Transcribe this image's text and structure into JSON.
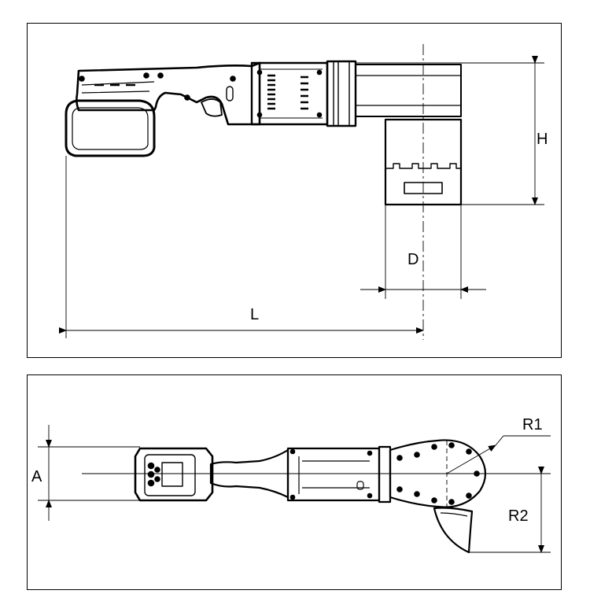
{
  "top_view": {
    "labels": {
      "height": "H",
      "depth": "D",
      "length": "L"
    }
  },
  "bottom_view": {
    "labels": {
      "width": "A",
      "radius_1": "R1",
      "radius_2": "R2"
    }
  },
  "colors": {
    "line": "#000000",
    "background": "#ffffff",
    "panel_border": "#000000"
  }
}
